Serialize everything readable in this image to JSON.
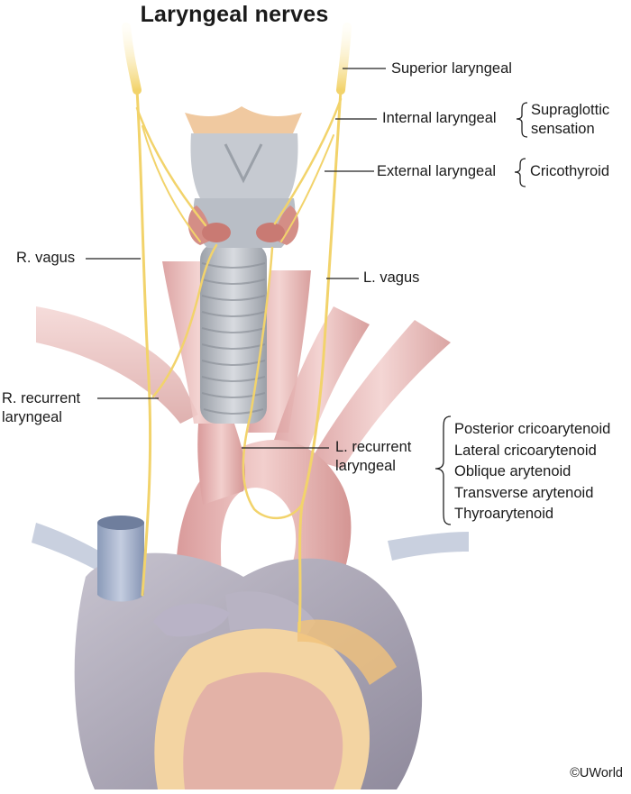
{
  "title": "Laryngeal nerves",
  "labels": {
    "superior_laryngeal": "Superior laryngeal",
    "internal_laryngeal": "Internal laryngeal",
    "supraglottic_sensation": [
      "Supraglottic",
      "sensation"
    ],
    "external_laryngeal": "External laryngeal",
    "cricothyroid": "Cricothyroid",
    "r_vagus": "R. vagus",
    "l_vagus": "L. vagus",
    "r_recurrent_laryngeal": [
      "R. recurrent",
      "laryngeal"
    ],
    "l_recurrent_laryngeal": [
      "L. recurrent",
      "laryngeal"
    ],
    "recurrent_muscles": [
      "Posterior cricoarytenoid",
      "Lateral cricoarytenoid",
      "Oblique arytenoid",
      "Transverse arytenoid",
      "Thyroarytenoid"
    ]
  },
  "credit": "©UWorld",
  "colors": {
    "nerve": "#f2d36b",
    "vessel": "#e7b9b7",
    "cartilage": "#c9cdd3",
    "heart": "#a9a5b4",
    "fat": "#f1c27a",
    "leader": "#222222"
  }
}
